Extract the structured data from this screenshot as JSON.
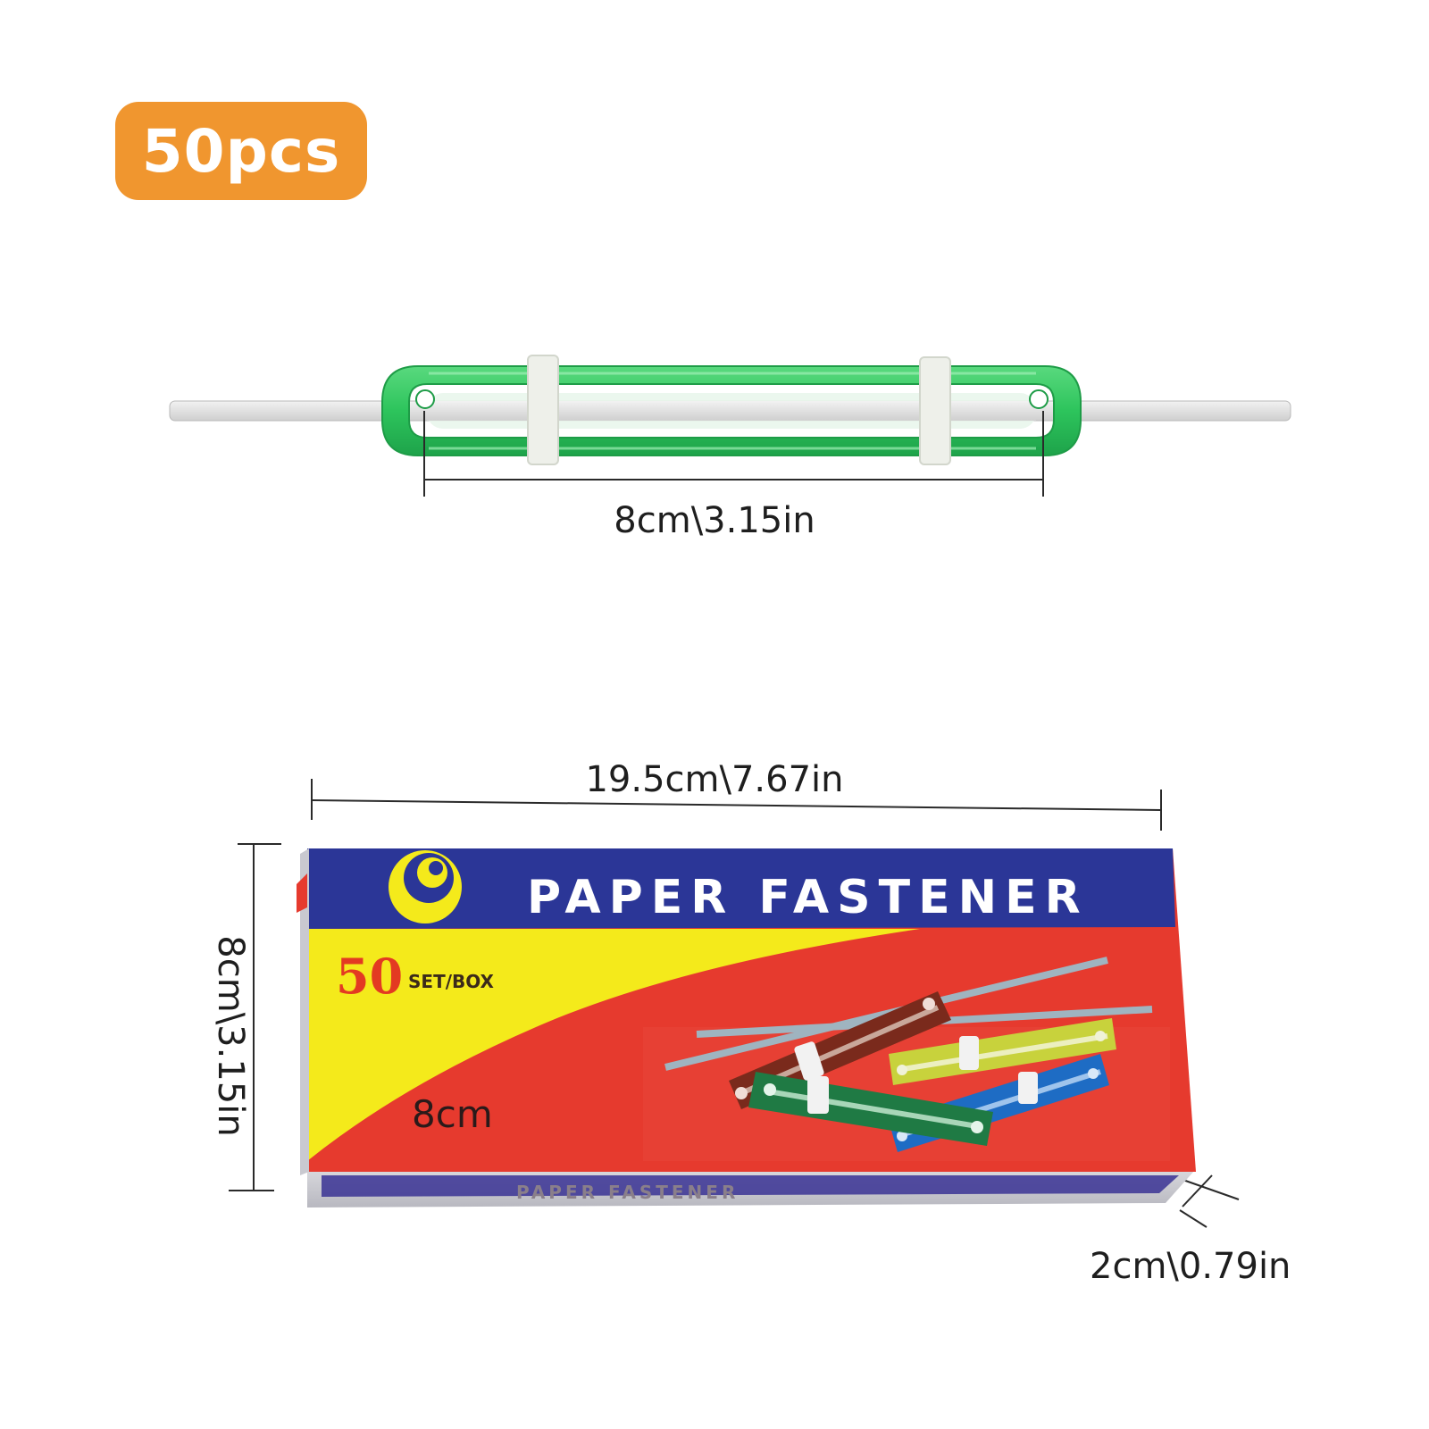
{
  "badge": {
    "label": "50pcs",
    "color": "#f0962f"
  },
  "fastener": {
    "color": "#2dc45c",
    "length_label": "8cm\\3.15in"
  },
  "box": {
    "title": "PAPER FASTENER",
    "count": "50",
    "count_unit": "SET/BOX",
    "size": "8cm",
    "bottom_text": "PAPER FASTENER",
    "colors": {
      "top_band": "#2b3697",
      "red": "#e63a2e",
      "yellow": "#f4ea1b"
    },
    "width_label": "19.5cm\\7.67in",
    "height_label": "8cm\\3.15in",
    "depth_label": "2cm\\0.79in"
  }
}
